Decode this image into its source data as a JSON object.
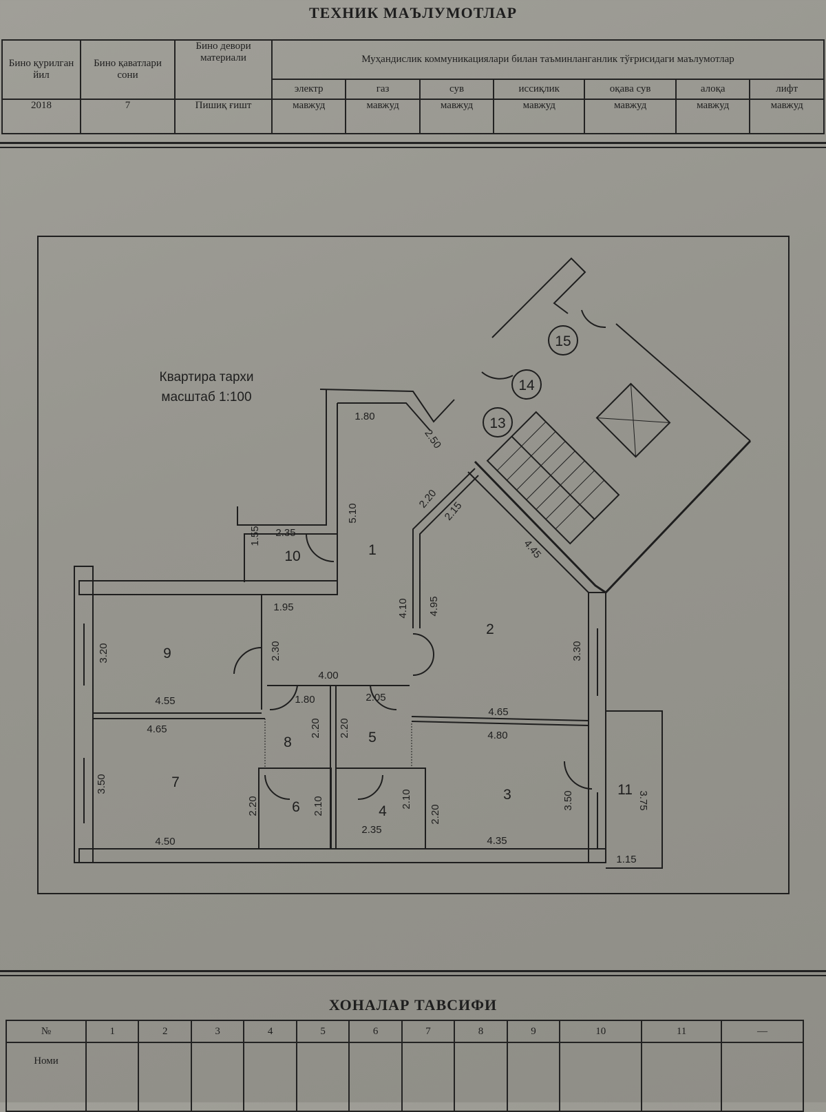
{
  "tech": {
    "title": "ТЕХНИК МАЪЛУМОТЛАР",
    "headers": {
      "year": "Бино қурилган йил",
      "floors": "Бино қаватлари сони",
      "wall": "Бино девори материали",
      "utilities": "Муҳандислик коммуникациялари билан таъминланганлик тўғрисидаги маълумотлар"
    },
    "utility_names": [
      "электр",
      "газ",
      "сув",
      "иссиқлик",
      "оқава сув",
      "алоқа",
      "лифт"
    ],
    "values": {
      "year": "2018",
      "floors": "7",
      "wall": "Пишиқ ғишт"
    },
    "utility_values": [
      "мавжуд",
      "мавжуд",
      "мавжуд",
      "мавжуд",
      "мавжуд",
      "мавжуд",
      "мавжуд"
    ]
  },
  "plan": {
    "caption": "Квартира тархи",
    "scale": "масштаб 1:100",
    "rooms": [
      "1",
      "2",
      "3",
      "4",
      "5",
      "6",
      "7",
      "8",
      "9",
      "10",
      "11"
    ],
    "circled": [
      "13",
      "14",
      "15"
    ],
    "dims": [
      "1.80",
      "2.50",
      "2.20",
      "2.15",
      "5.10",
      "2.35",
      "1.55",
      "1.95",
      "4.10",
      "4.95",
      "4.45",
      "3.20",
      "2.30",
      "4.00",
      "1.80",
      "2.05",
      "4.55",
      "4.65",
      "2.20",
      "2.20",
      "4.65",
      "4.80",
      "3.30",
      "3.50",
      "2.20",
      "2.10",
      "2.10",
      "2.35",
      "2.20",
      "3.50",
      "3.75",
      "4.50",
      "4.35",
      "1.15"
    ]
  },
  "rooms_table": {
    "title": "ХОНАЛАР ТАВСИФИ",
    "no_label": "№",
    "name_label": "Номи",
    "numbers": [
      "1",
      "2",
      "3",
      "4",
      "5",
      "6",
      "7",
      "8",
      "9",
      "10",
      "11",
      "—"
    ]
  }
}
